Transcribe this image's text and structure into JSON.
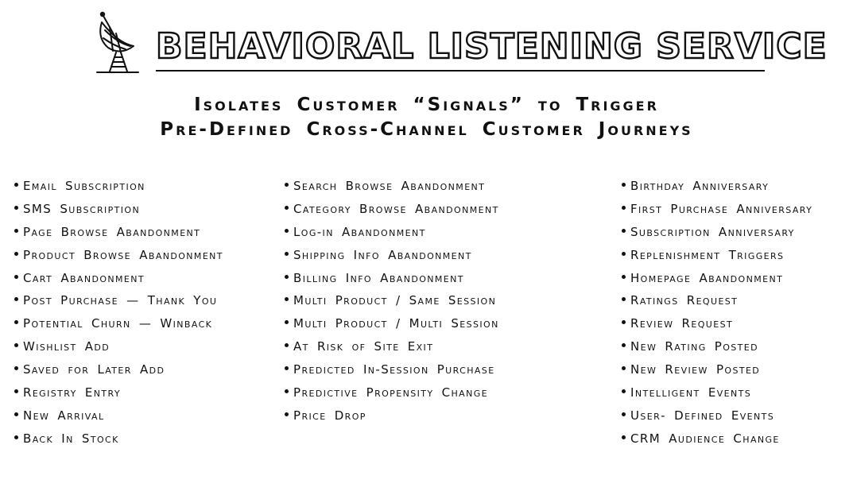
{
  "header": {
    "title": "BEHAVIORAL LISTENING SERVICE",
    "icon": "satellite-dish-icon"
  },
  "subtitle": {
    "line1": "Isolates Customer “Signals” to Trigger",
    "line2": "Pre-Defined Cross-Channel Customer Journeys"
  },
  "columns": {
    "col1": [
      "Email Subscription",
      "SMS Subscription",
      "Page Browse Abandonment",
      "Product Browse Abandonment",
      "Cart Abandonment",
      "Post Purchase — Thank You",
      "Potential Churn — Winback",
      "Wishlist Add",
      "Saved for Later Add",
      "Registry Entry",
      "New Arrival",
      "Back In Stock"
    ],
    "col2": [
      "Search Browse Abandonment",
      "Category Browse Abandonment",
      "Log-in Abandonment",
      "Shipping Info Abandonment",
      "Billing Info Abandonment",
      "Multi Product / Same Session",
      "Multi Product / Multi Session",
      "At Risk of Site Exit",
      "Predicted In-Session Purchase",
      "Predictive Propensity Change",
      "Price Drop"
    ],
    "col3": [
      "Birthday Anniversary",
      "First Purchase Anniversary",
      "Subscription Anniversary",
      "Replenishment Triggers",
      "Homepage Abandonment",
      "Ratings Request",
      "Review Request",
      "New Rating Posted",
      "New Review Posted",
      "Intelligent Events",
      "User- Defined Events",
      "CRM Audience Change"
    ]
  }
}
